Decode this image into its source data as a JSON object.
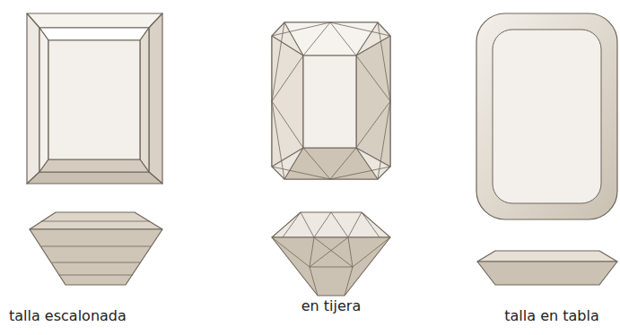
{
  "diagram": {
    "labels": [
      "talla escalonada",
      "en tijera",
      "talla en tabla"
    ]
  }
}
